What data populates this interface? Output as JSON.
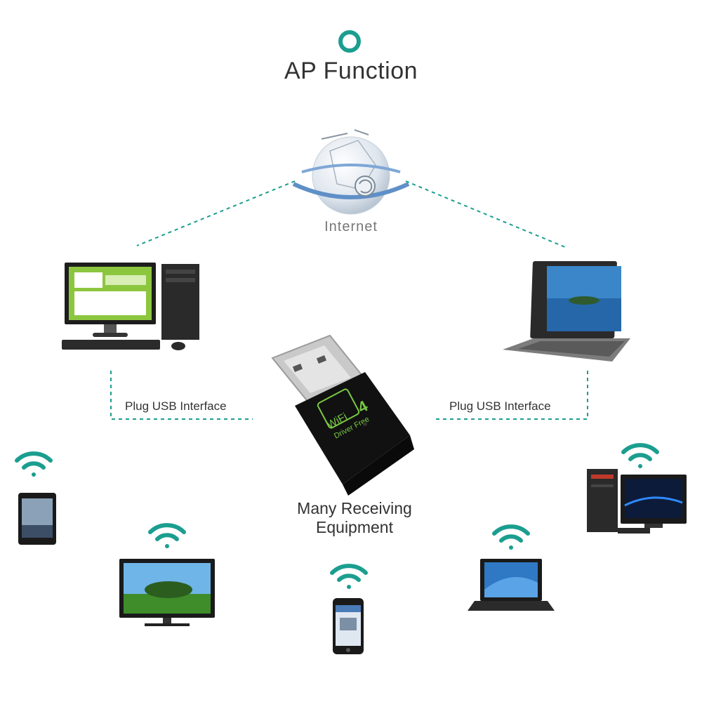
{
  "title": "AP Function",
  "internet_label": "Internet",
  "plug_left": "Plug USB Interface",
  "plug_right": "Plug USB Interface",
  "caption": [
    "Many Receiving",
    "Equipment"
  ],
  "dongle": {
    "badge_text": "WiFi",
    "badge_number": "4",
    "subtext": "Driver Free"
  },
  "colors": {
    "accent": "#1b9e8f",
    "dongle_green": "#7ac943",
    "text": "#333333"
  },
  "icons": [
    "internet-globe-icon",
    "desktop-pc-icon",
    "laptop-icon",
    "usb-wifi-dongle-icon",
    "tablet-icon",
    "tv-icon",
    "smartphone-icon",
    "small-laptop-icon",
    "desktop-tower-monitor-icon",
    "wifi-icon"
  ]
}
